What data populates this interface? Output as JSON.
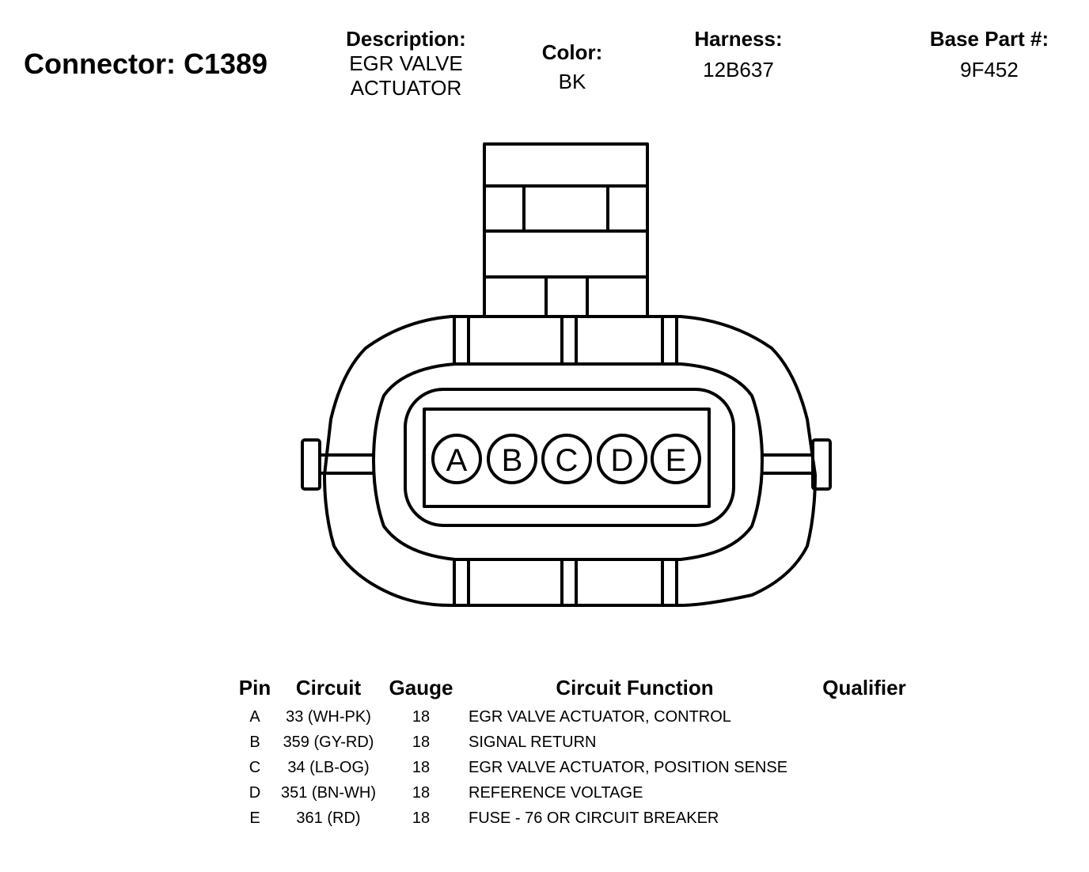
{
  "connector": {
    "label": "Connector: C1389"
  },
  "description": {
    "label": "Description:",
    "value_line1": "EGR VALVE",
    "value_line2": "ACTUATOR"
  },
  "color": {
    "label": "Color:",
    "value": "BK"
  },
  "harness": {
    "label": "Harness:",
    "value": "12B637"
  },
  "base_part": {
    "label": "Base Part #:",
    "value": "9F452"
  },
  "pin_letters": [
    "A",
    "B",
    "C",
    "D",
    "E"
  ],
  "table": {
    "headers": {
      "pin": "Pin",
      "circuit": "Circuit",
      "gauge": "Gauge",
      "function": "Circuit Function",
      "qualifier": "Qualifier"
    },
    "rows": [
      {
        "pin": "A",
        "circuit": "33 (WH-PK)",
        "gauge": "18",
        "function": "EGR VALVE ACTUATOR, CONTROL",
        "qualifier": ""
      },
      {
        "pin": "B",
        "circuit": "359 (GY-RD)",
        "gauge": "18",
        "function": "SIGNAL RETURN",
        "qualifier": ""
      },
      {
        "pin": "C",
        "circuit": "34 (LB-OG)",
        "gauge": "18",
        "function": "EGR VALVE ACTUATOR, POSITION SENSE",
        "qualifier": ""
      },
      {
        "pin": "D",
        "circuit": "351 (BN-WH)",
        "gauge": "18",
        "function": "REFERENCE VOLTAGE",
        "qualifier": ""
      },
      {
        "pin": "E",
        "circuit": "361 (RD)",
        "gauge": "18",
        "function": "FUSE - 76 OR CIRCUIT BREAKER",
        "qualifier": ""
      }
    ]
  }
}
